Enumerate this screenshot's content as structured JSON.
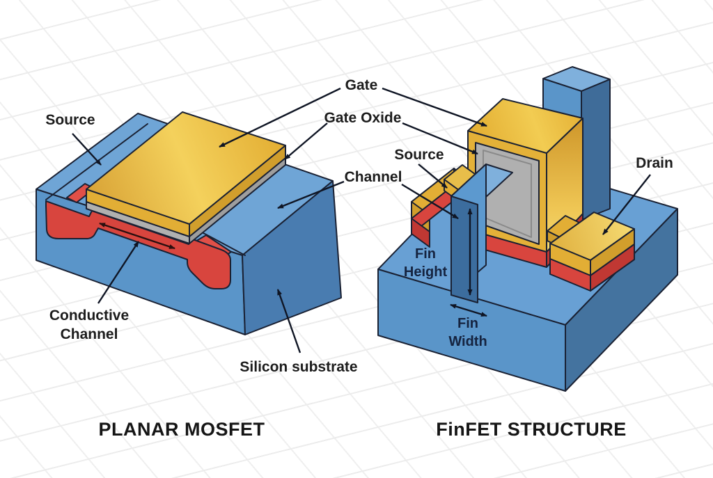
{
  "titles": {
    "planar": "PLANAR MOSFET",
    "finfet": "FinFET STRUCTURE"
  },
  "labels": {
    "source_planar": "Source",
    "gate": "Gate",
    "gate_oxide": "Gate Oxide",
    "channel": "Channel",
    "conductive_channel_1": "Conductive",
    "conductive_channel_2": "Channel",
    "silicon_substrate": "Silicon substrate",
    "source_finfet": "Source",
    "drain": "Drain",
    "fin_height_1": "Fin",
    "fin_height_2": "Height",
    "fin_width_1": "Fin",
    "fin_width_2": "Width"
  },
  "colors": {
    "substrate_top_blue": "#6FA5D6",
    "substrate_left_blue": "#5A95C9",
    "substrate_right_blue": "#497CB0",
    "fin_top_blue": "#7FB0DC",
    "gate_gold": "#E4B138",
    "gate_gold_bright": "#F4D15C",
    "gate_gold_dark": "#CE962A",
    "oxide_gray": "#B0B0B0",
    "diffusion_red": "#D8453E",
    "diffusion_red_dark": "#C03833",
    "outline": "#1A2133",
    "label_text": "#1C1C1C",
    "dimension_text": "#15233F",
    "background": "#FFFFFF",
    "grid_line": "#ECECEC"
  }
}
